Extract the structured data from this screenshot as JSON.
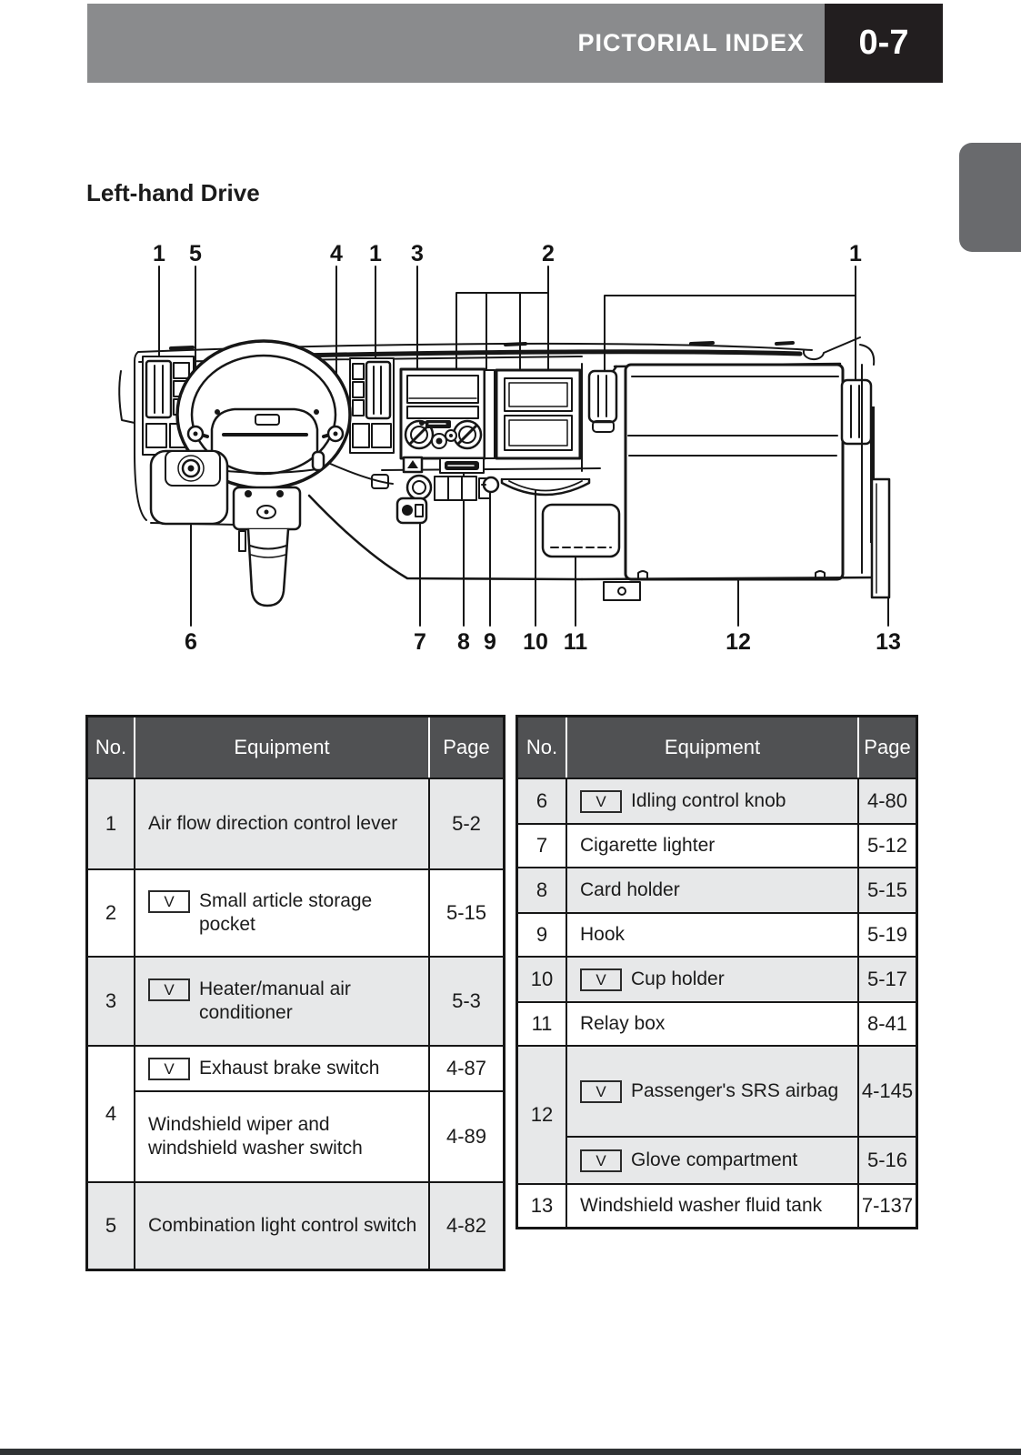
{
  "header": {
    "title": "PICTORIAL INDEX",
    "page_number": "0-7"
  },
  "section_heading": "Left-hand Drive",
  "badge": {
    "label": "V"
  },
  "diagram": {
    "top_callouts": [
      {
        "label": "1"
      },
      {
        "label": "5"
      },
      {
        "label": "4"
      },
      {
        "label": "1"
      },
      {
        "label": "3"
      },
      {
        "label": "2"
      },
      {
        "label": "1"
      }
    ],
    "bottom_callouts": [
      {
        "label": "6"
      },
      {
        "label": "7"
      },
      {
        "label": "8"
      },
      {
        "label": "9"
      },
      {
        "label": "10"
      },
      {
        "label": "11"
      },
      {
        "label": "12"
      },
      {
        "label": "13"
      }
    ]
  },
  "tables": [
    {
      "headers": [
        "No.",
        "Equipment",
        "Page"
      ],
      "rows": [
        {
          "no": "1",
          "items": [
            {
              "badge": false,
              "text": "Air flow direction control lever",
              "page": "5-2"
            }
          ]
        },
        {
          "no": "2",
          "items": [
            {
              "badge": true,
              "text": "Small article storage pocket",
              "page": "5-15"
            }
          ]
        },
        {
          "no": "3",
          "items": [
            {
              "badge": true,
              "text": "Heater/manual air conditioner",
              "page": "5-3"
            }
          ]
        },
        {
          "no": "4",
          "items": [
            {
              "badge": true,
              "text": "Exhaust brake switch",
              "page": "4-87"
            },
            {
              "badge": false,
              "text": "Windshield wiper and windshield washer switch",
              "page": "4-89"
            }
          ]
        },
        {
          "no": "5",
          "items": [
            {
              "badge": false,
              "text": "Combination light control switch",
              "page": "4-82"
            }
          ]
        }
      ]
    },
    {
      "headers": [
        "No.",
        "Equipment",
        "Page"
      ],
      "rows": [
        {
          "no": "6",
          "items": [
            {
              "badge": true,
              "text": "Idling control knob",
              "page": "4-80"
            }
          ]
        },
        {
          "no": "7",
          "items": [
            {
              "badge": false,
              "text": "Cigarette lighter",
              "page": "5-12"
            }
          ]
        },
        {
          "no": "8",
          "items": [
            {
              "badge": false,
              "text": "Card holder",
              "page": "5-15"
            }
          ]
        },
        {
          "no": "9",
          "items": [
            {
              "badge": false,
              "text": "Hook",
              "page": "5-19"
            }
          ]
        },
        {
          "no": "10",
          "items": [
            {
              "badge": true,
              "text": "Cup holder",
              "page": "5-17"
            }
          ]
        },
        {
          "no": "11",
          "items": [
            {
              "badge": false,
              "text": "Relay box",
              "page": "8-41"
            }
          ]
        },
        {
          "no": "12",
          "items": [
            {
              "badge": true,
              "text": "Passenger's SRS airbag",
              "page": "4-145"
            },
            {
              "badge": true,
              "text": "Glove compartment",
              "page": "5-16"
            }
          ]
        },
        {
          "no": "13",
          "items": [
            {
              "badge": false,
              "text": "Windshield washer fluid tank",
              "page": "7-137"
            }
          ]
        }
      ]
    }
  ]
}
